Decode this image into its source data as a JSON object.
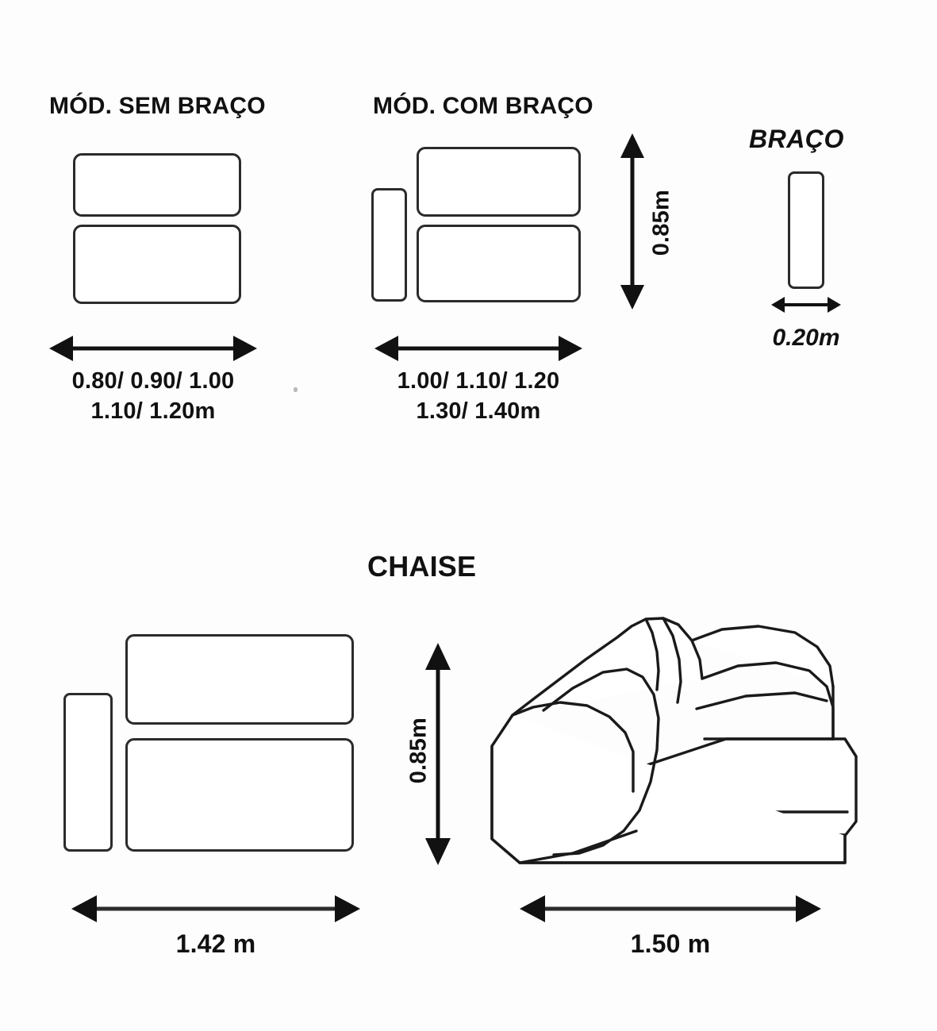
{
  "document": {
    "kind": "furniture-dimension-diagram",
    "background_color": "#fdfdfd",
    "line_color": "#2b2b2b"
  },
  "modules": {
    "no_arm": {
      "title": "MÓD. SEM BRAÇO",
      "width_line1": "0.80/ 0.90/ 1.00",
      "width_line2": "1.10/ 1.20m"
    },
    "with_arm": {
      "title": "MÓD. COM BRAÇO",
      "width_line1": "1.00/ 1.10/ 1.20",
      "width_line2": "1.30/ 1.40m",
      "height_label": "0.85m"
    },
    "arm": {
      "title": "BRAÇO",
      "width_label": "0.20m"
    }
  },
  "chaise": {
    "title": "CHAISE",
    "height_label": "0.85m",
    "plan_width_label": "1.42 m",
    "perspective_width_label": "1.50 m"
  },
  "icons": {
    "arrow_horizontal": "double-headed-horizontal-arrow",
    "arrow_vertical": "double-headed-vertical-arrow",
    "module_plan": "rounded-rectangle-cushion",
    "arm_plan": "narrow-vertical-arm",
    "chaise_perspective": "chaise-3d-outline"
  }
}
